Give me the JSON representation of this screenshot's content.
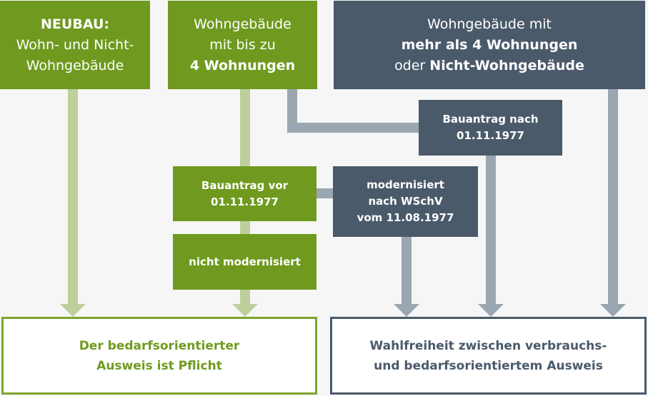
{
  "boxes": {
    "neubau": {
      "line1": "NEUBAU:",
      "line2": "Wohn- und Nicht-",
      "line3": "Wohngebäude"
    },
    "small_residential": {
      "line1": "Wohngebäude",
      "line2": "mit bis zu",
      "line3": "4 Wohnungen"
    },
    "large_residential": {
      "line1": "Wohngebäude mit",
      "line2": "mehr als 4 Wohnungen",
      "line3_pre": "oder ",
      "line3_bold": "Nicht-Wohngebäude"
    },
    "application_after": {
      "line1": "Bauantrag nach",
      "line2": "01.11.1977"
    },
    "application_before": {
      "line1": "Bauantrag vor",
      "line2": "01.11.1977"
    },
    "modernized": {
      "line1": "modernisiert",
      "line2": "nach WSchV",
      "line3": "vom 11.08.1977"
    },
    "not_modernized": {
      "line1": "nicht modernisiert"
    }
  },
  "results": {
    "mandatory": {
      "line1": "Der bedarfsorientierter",
      "line2": "Ausweis ist Pflicht"
    },
    "choice": {
      "line1": "Wahlfreiheit zwischen verbrauchs-",
      "line2": "und bedarfsorientiertem Ausweis"
    }
  },
  "colors": {
    "green": "#6f9a1f",
    "green_connector": "#bdd09b",
    "slate": "#4a5a6a",
    "slate_connector": "#9aa6b1",
    "background": "#f6f6f6"
  }
}
